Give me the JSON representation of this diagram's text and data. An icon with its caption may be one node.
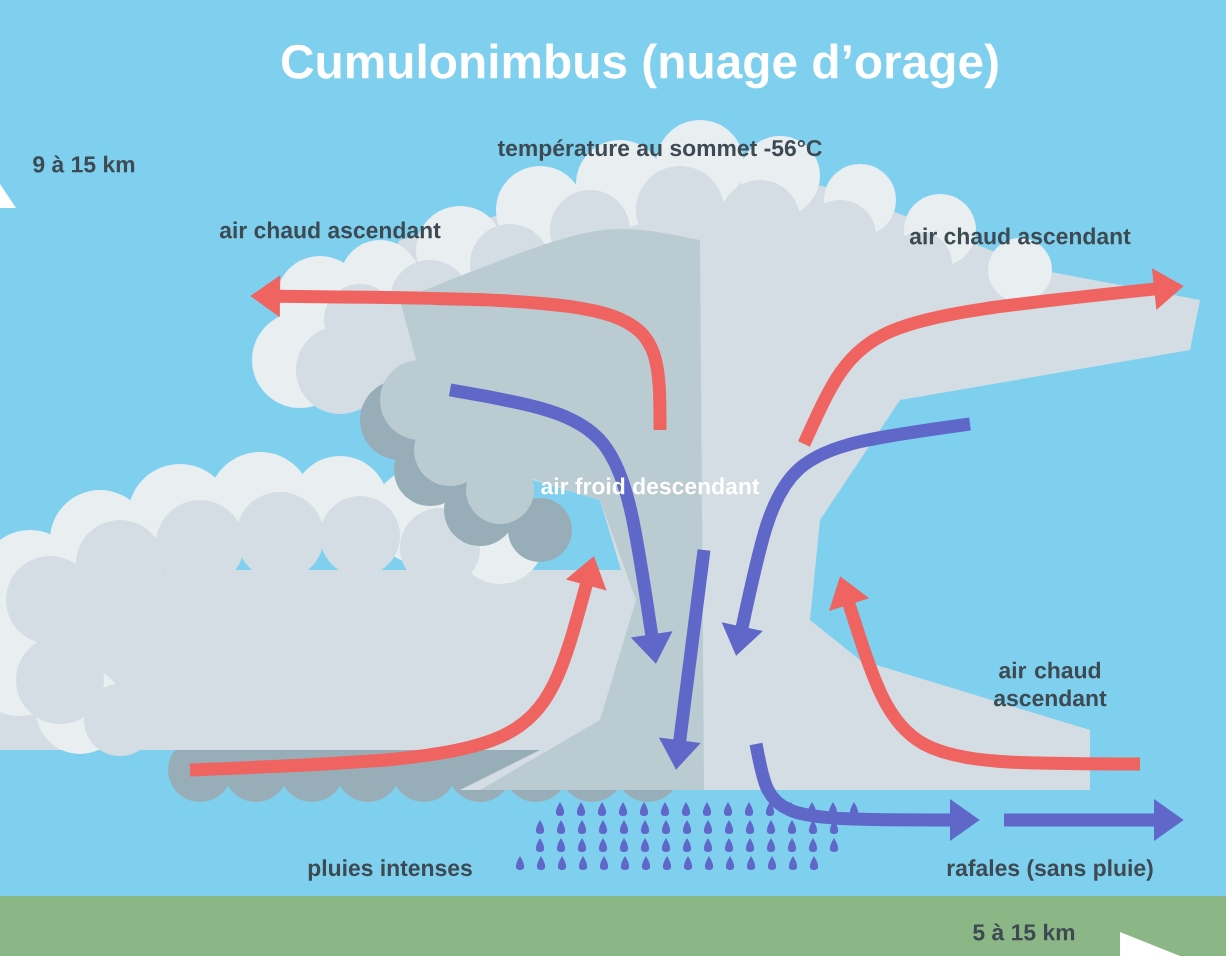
{
  "diagram": {
    "title": "Cumulonimbus (nuage d’orage)",
    "labels": [
      "9 à 15 km",
      "température au sommet -56°C",
      "air chaud ascendant",
      "air chaud ascendant",
      "air froid descendant",
      "air chaud ascendant",
      "pluies intenses",
      "rafales (sans pluie)",
      "5 à 15 km"
    ]
  }
}
